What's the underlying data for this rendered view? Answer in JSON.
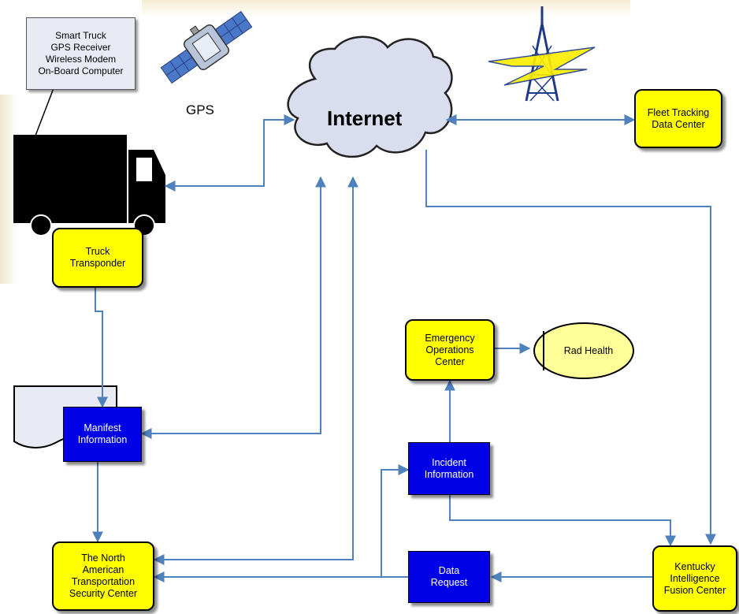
{
  "callout": {
    "text": "Smart Truck\nGPS Receiver\nWireless Modem\nOn-Board Computer"
  },
  "gps_label": "GPS",
  "internet_label": "Internet",
  "nodes": {
    "truck_transponder": "Truck\nTransponder",
    "fleet_tracking": "Fleet Tracking\nData Center",
    "emergency_ops": "Emergency\nOperations\nCenter",
    "rad_health": "Rad Health",
    "manifest": "Manifest\nInformation",
    "incident": "Incident\nInformation",
    "north_american": "The North\nAmerican\nTransportation\nSecurity Center",
    "data_request": "Data\nRequest",
    "kentucky": "Kentucky\nIntelligence\nFusion Center"
  },
  "colors": {
    "arrow": "#4f81bd",
    "node_yellow": "#ffff00",
    "node_blue": "#0000e6",
    "cloud_fill": "#d9dded",
    "rad_health_fill": "#ffff99"
  }
}
